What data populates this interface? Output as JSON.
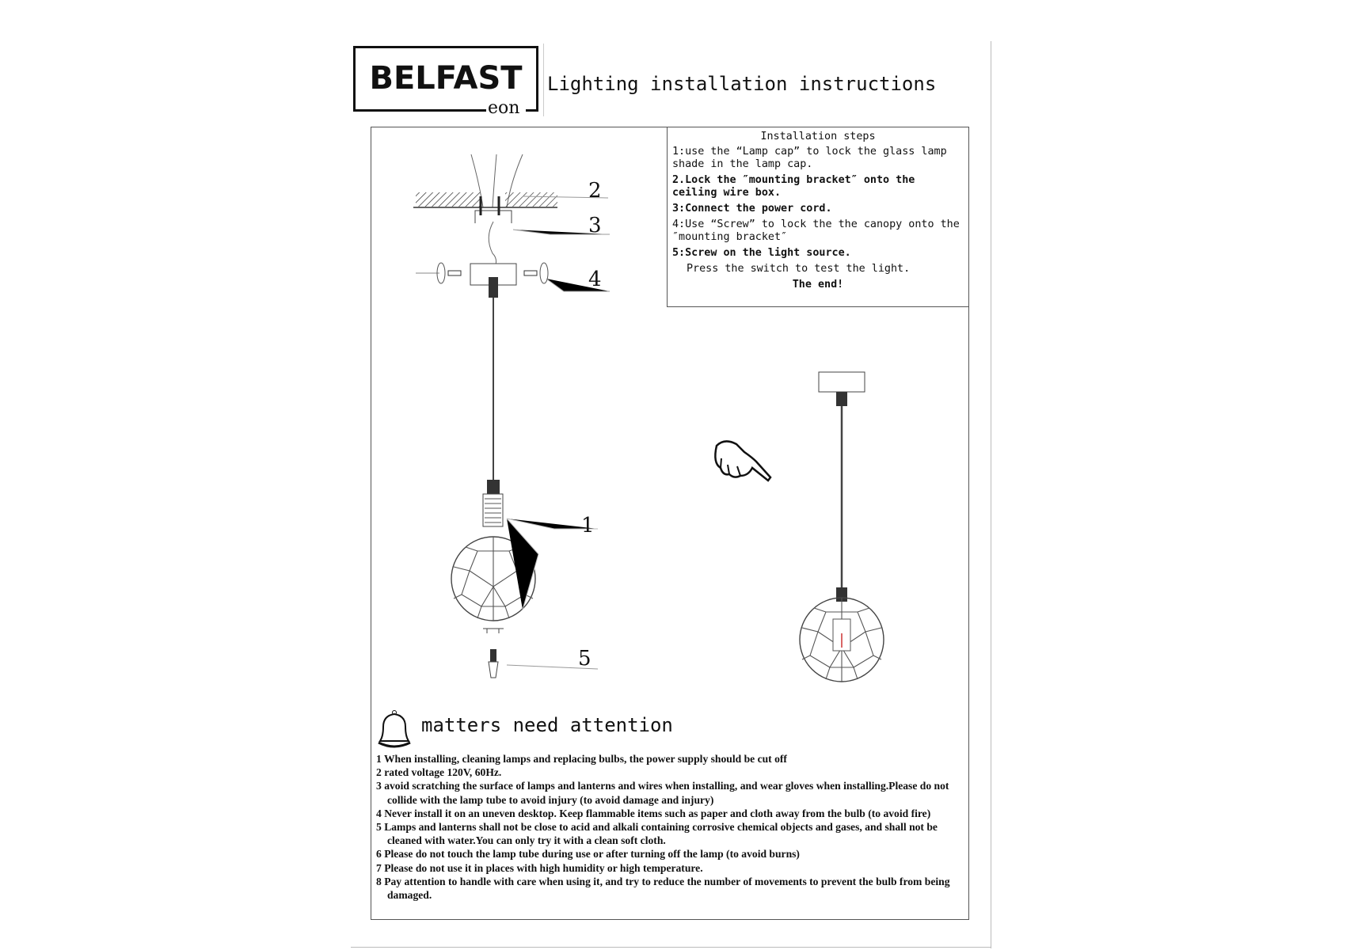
{
  "logo": {
    "name": "BELFAST",
    "sub": "eon"
  },
  "title": "Lighting installation instructions",
  "steps": {
    "heading": "Installation steps",
    "items": [
      "1:use the “Lamp cap”  to lock the glass lamp shade in the lamp cap.",
      "2.Lock the ″mounting bracket″ onto the ceiling wire box.",
      "3:Connect the power cord.",
      "4:Use “Screw”  to lock the  the canopy onto the ″mounting bracket″",
      "5:Screw on the light source."
    ],
    "press": "Press the switch to test the light.",
    "end": "The end!"
  },
  "diagram": {
    "labels": [
      "1",
      "2",
      "3",
      "4",
      "5"
    ]
  },
  "attention": {
    "title": "matters need attention",
    "items": [
      "1 When installing, cleaning lamps and replacing bulbs, the power supply should be cut off",
      "2 rated voltage 120V, 60Hz.",
      "3 avoid scratching the surface of lamps and lanterns and wires when installing, and wear gloves when installing.Please do not collide with the lamp tube to avoid injury (to avoid damage and injury)",
      "4 Never install it on an uneven desktop. Keep flammable items such as paper and cloth away from the bulb (to avoid fire)",
      "5 Lamps and lanterns shall not be close to acid and alkali containing corrosive chemical objects and gases, and shall not be cleaned with water.You can only try it with a clean soft cloth.",
      "6 Please do not touch the lamp tube during use or after turning off the lamp (to avoid burns)",
      "7 Please do not use it in places with high humidity or high temperature.",
      "8 Pay attention to handle with care when using it, and try to reduce the number of movements to prevent the bulb from being damaged."
    ]
  }
}
